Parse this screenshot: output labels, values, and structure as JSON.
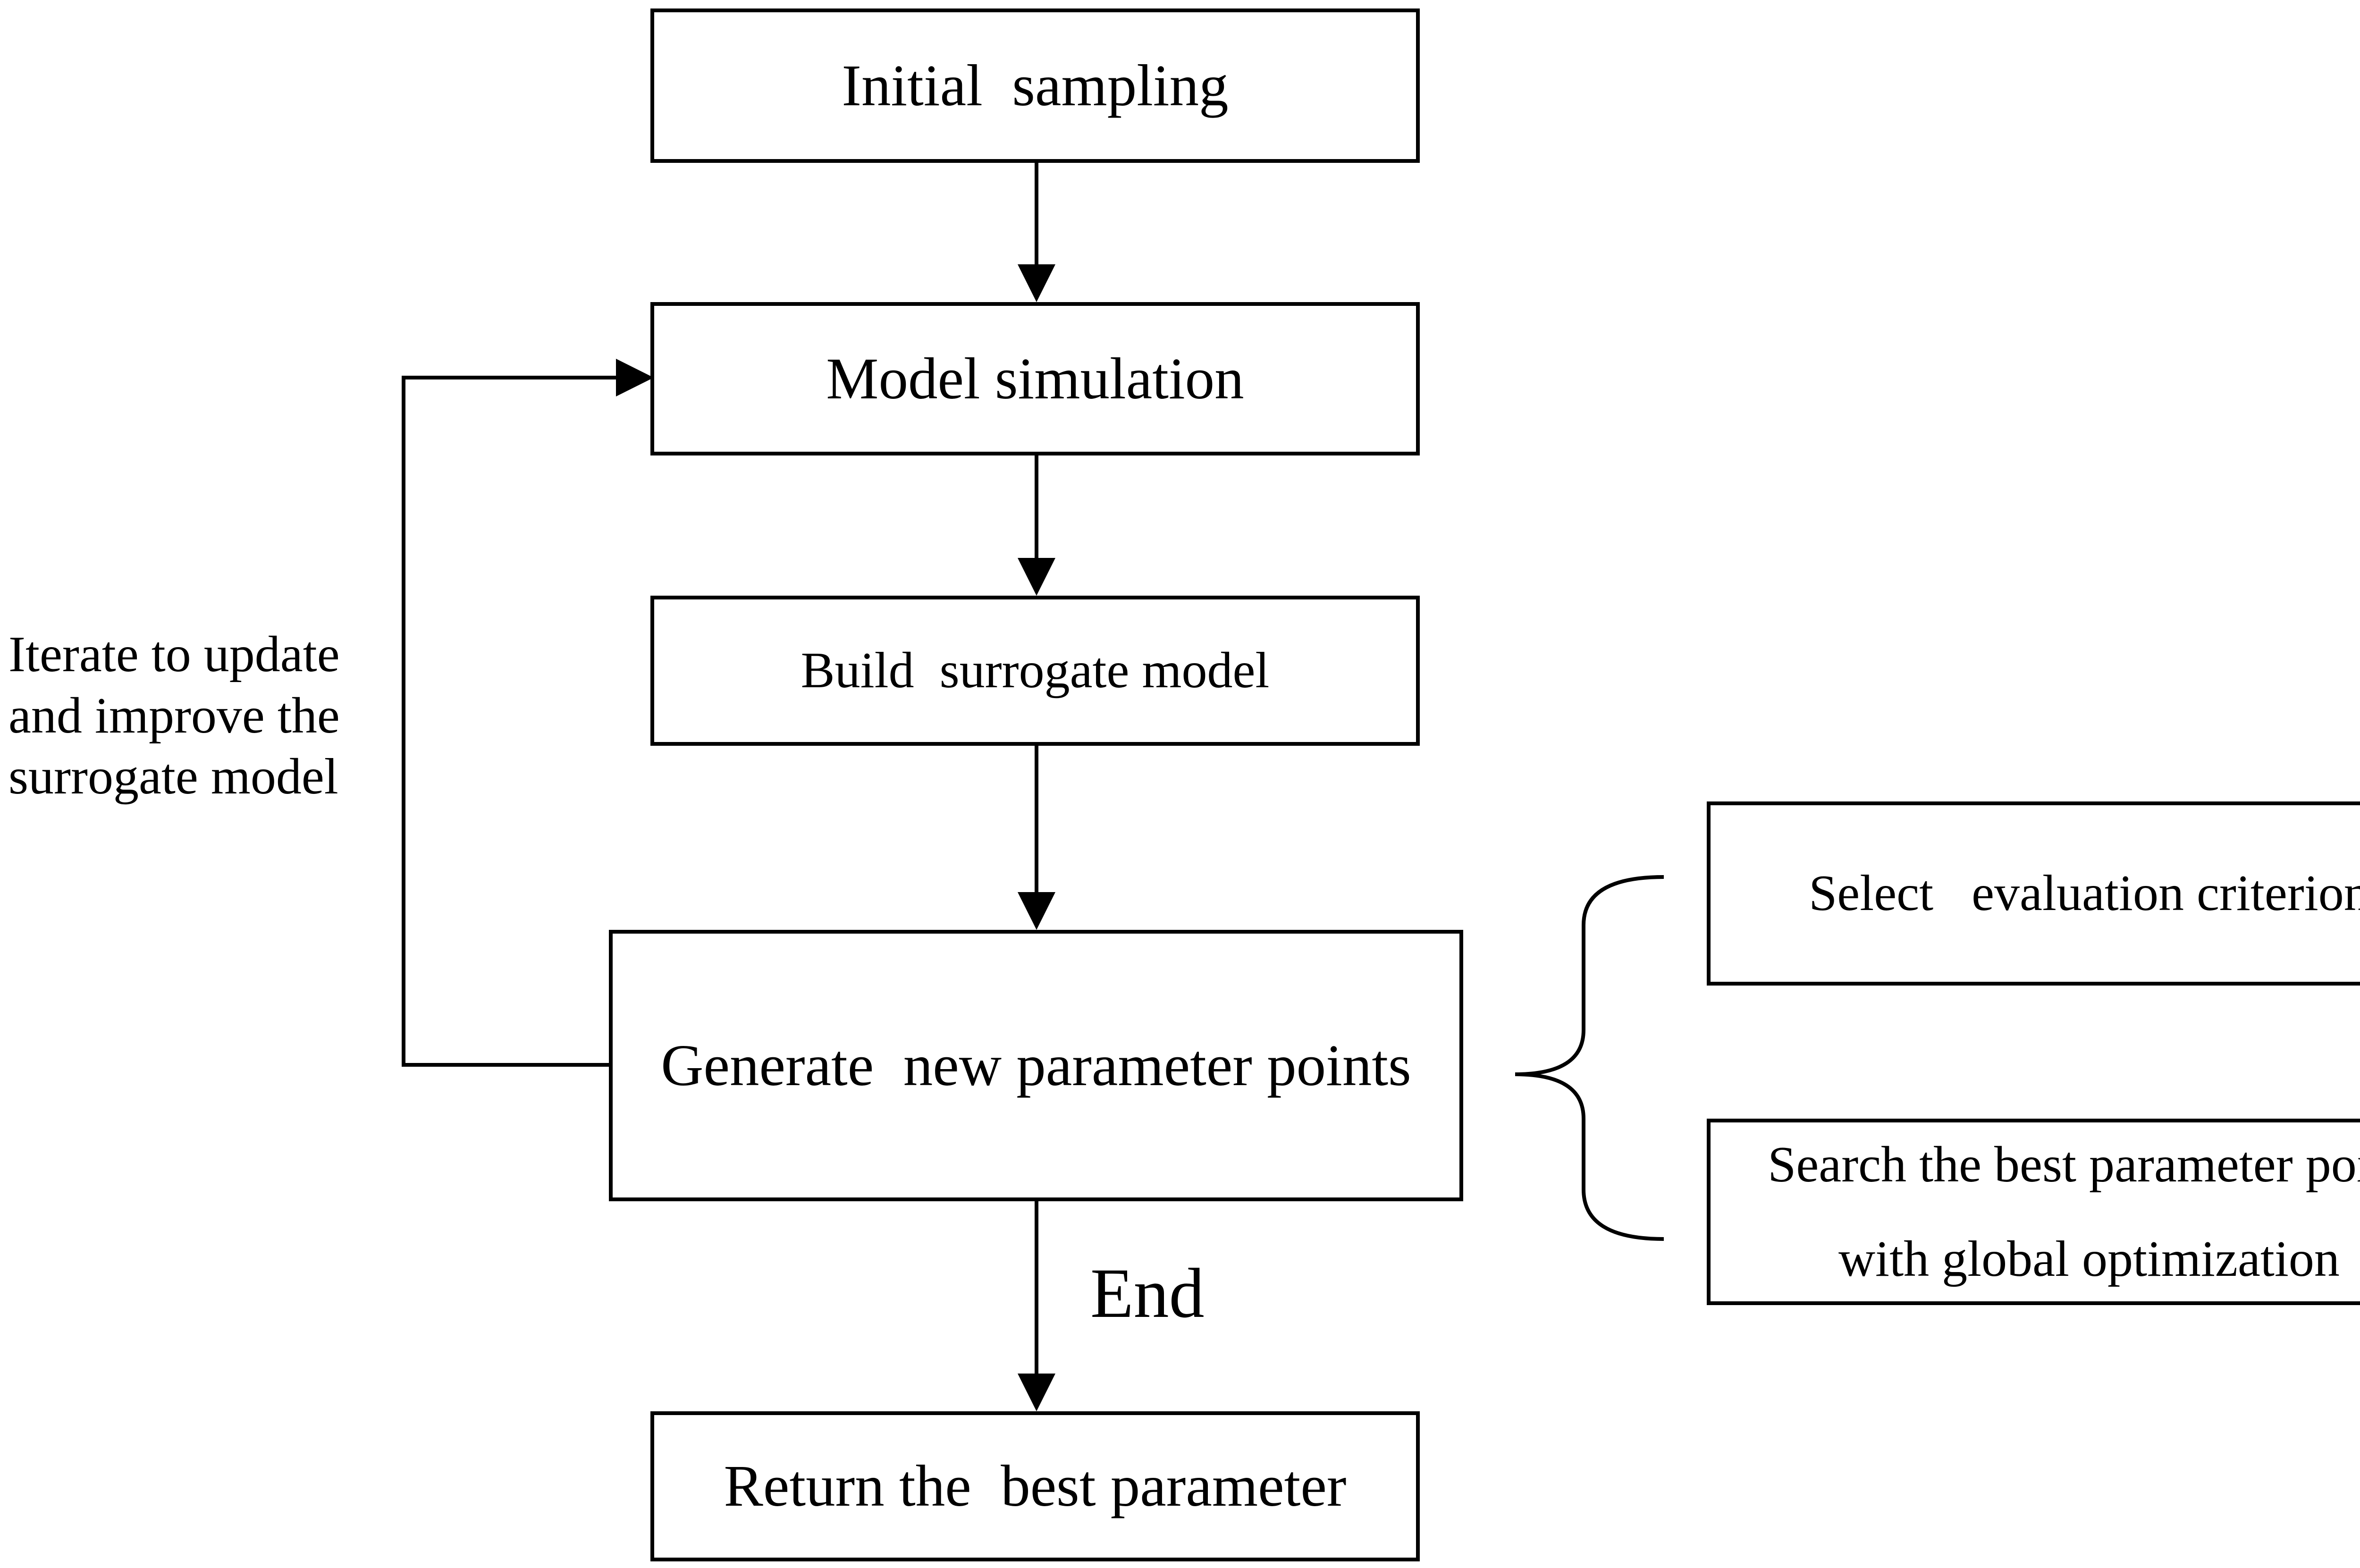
{
  "diagram": {
    "nodes": {
      "initial_sampling": "Initial  sampling",
      "model_simulation": "Model simulation",
      "build_surrogate": "Build  surrogate model",
      "generate_points": "Generate  new parameter points",
      "return_best": "Return the  best parameter",
      "select_criterion": "Select   evaluation criterion",
      "search_best_line1": "Search the best parameter point",
      "search_best_line2": "with global optimization"
    },
    "annotations": {
      "iterate_line1": "Iterate to update",
      "iterate_line2": "and improve the",
      "iterate_line3": "surrogate model",
      "end_label": "End"
    },
    "colors": {
      "stroke": "#000000",
      "background": "#ffffff"
    }
  }
}
